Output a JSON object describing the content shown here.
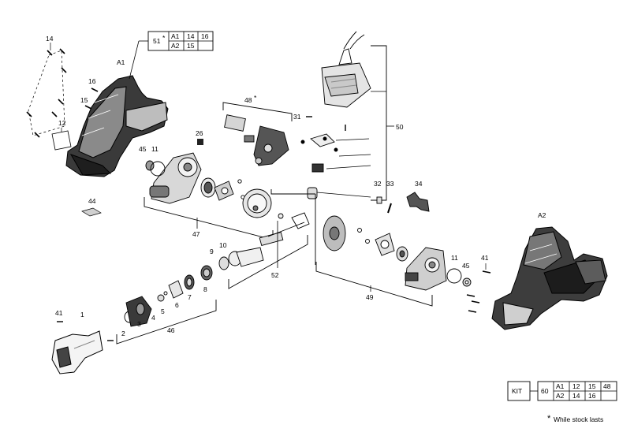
{
  "callouts": {
    "c14": "14",
    "cA1": "A1",
    "c16": "16",
    "c15": "15",
    "c12": "12",
    "c45a": "45",
    "c11a": "11",
    "c44": "44",
    "c26": "26",
    "c47": "47",
    "c48": "48",
    "c48star": "*",
    "c31": "31",
    "c50": "50",
    "c32": "32",
    "c33": "33",
    "c34": "34",
    "cA2": "A2",
    "c52": "52",
    "c49": "49",
    "c11b": "11",
    "c45b": "45",
    "c41a": "41",
    "c9": "9",
    "c10": "10",
    "c8": "8",
    "c7": "7",
    "c6": "6",
    "c5": "5",
    "c4": "4",
    "c3": "3",
    "c2": "2",
    "c46": "46",
    "c41b": "41",
    "c1": "1"
  },
  "table51": {
    "label": "51",
    "star": "*",
    "rows": [
      [
        "A1",
        "14",
        "16"
      ],
      [
        "A2",
        "15",
        ""
      ]
    ]
  },
  "kit": {
    "label": "KIT",
    "number": "60",
    "rows": [
      [
        "A1",
        "12",
        "15",
        "48"
      ],
      [
        "A2",
        "14",
        "16",
        ""
      ]
    ]
  },
  "footnote": {
    "star": "*",
    "text": "While stock lasts"
  }
}
